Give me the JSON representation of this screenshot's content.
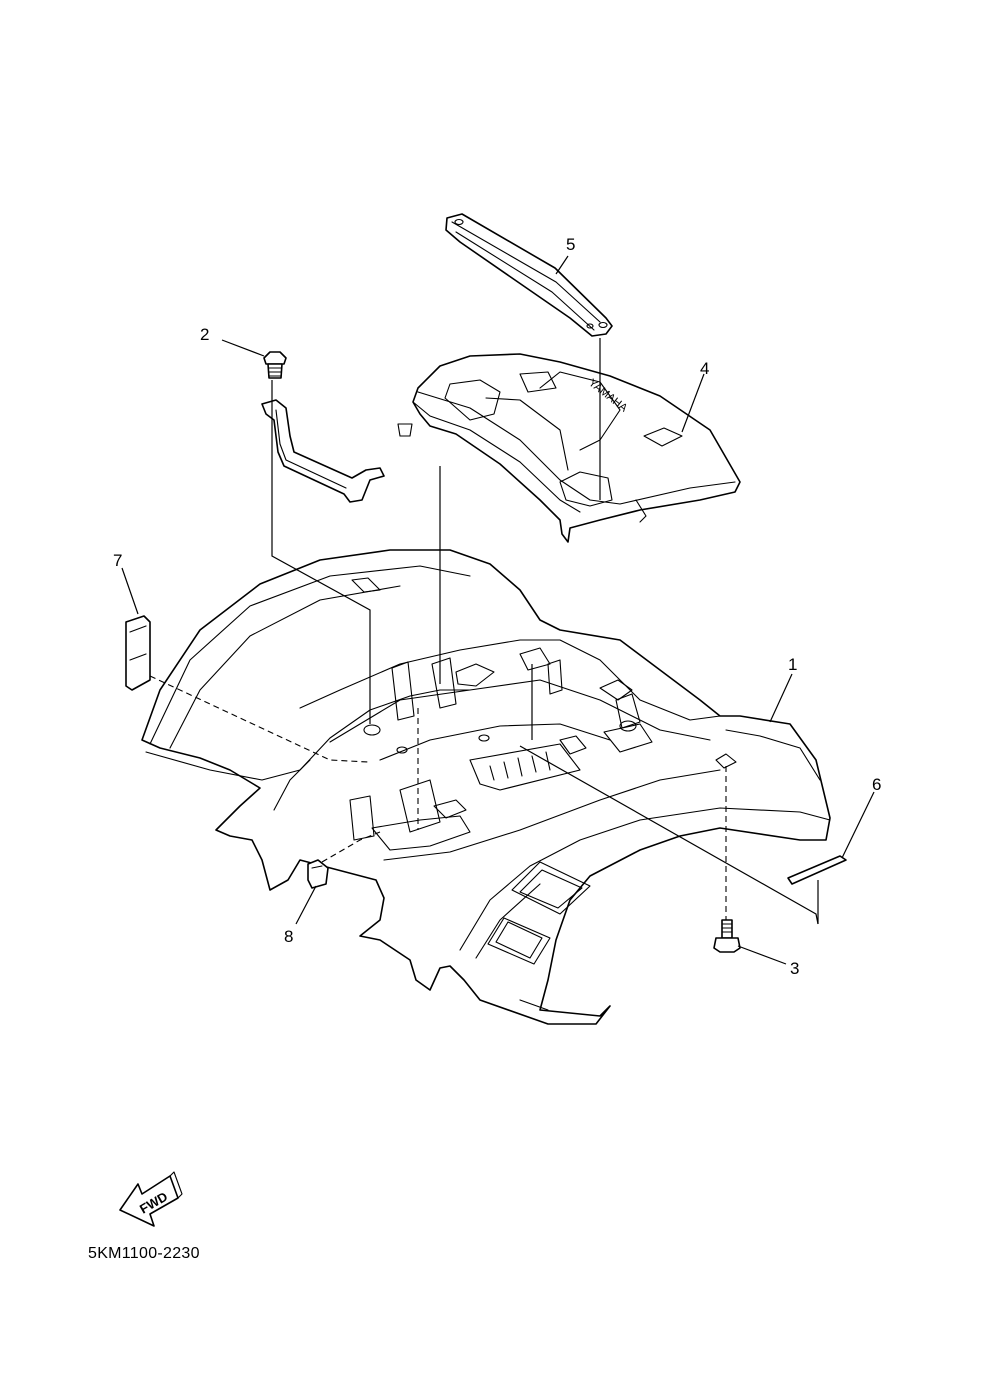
{
  "diagram": {
    "brand_text": "YAMAHA",
    "fwd_label": "FWD",
    "code": "5KM1100-2230",
    "callouts": [
      {
        "id": "1",
        "label": "1"
      },
      {
        "id": "2",
        "label": "2"
      },
      {
        "id": "3",
        "label": "3"
      },
      {
        "id": "4",
        "label": "4"
      },
      {
        "id": "5",
        "label": "5"
      },
      {
        "id": "6",
        "label": "6"
      },
      {
        "id": "7",
        "label": "7"
      },
      {
        "id": "8",
        "label": "8"
      }
    ]
  }
}
